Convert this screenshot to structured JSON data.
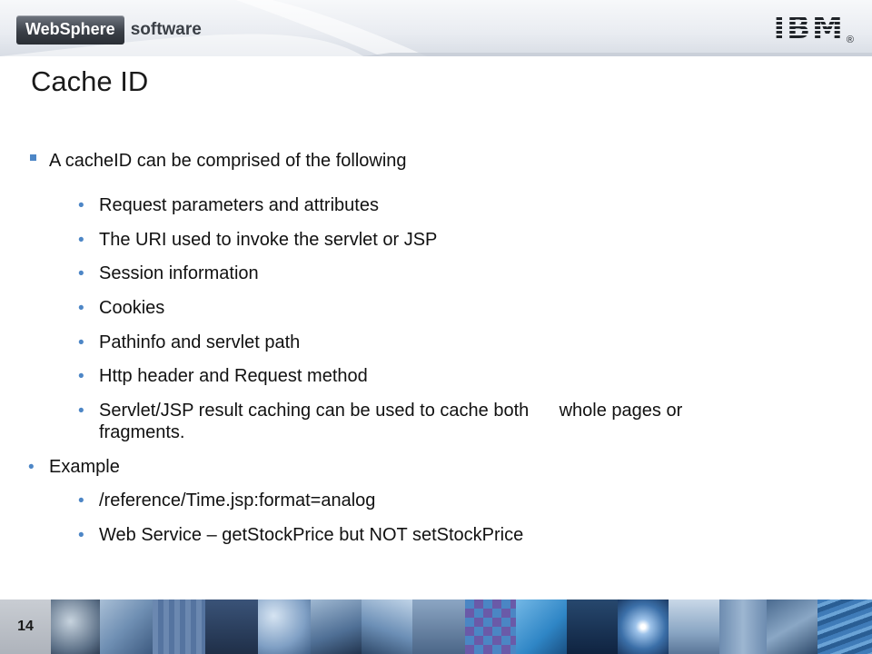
{
  "header": {
    "product_badge": "WebSphere",
    "product_suffix": "software",
    "brand": "IBM",
    "brand_mark": "®"
  },
  "title": "Cache ID",
  "body": {
    "intro": "A cacheID can be comprised of the following",
    "items": [
      {
        "text": "Request parameters and attributes"
      },
      {
        "text": "The URI used to invoke the servlet or JSP"
      },
      {
        "text": "Session information"
      },
      {
        "text": "Cookies"
      },
      {
        "text": "Pathinfo and servlet path"
      },
      {
        "text": "Http header and Request method"
      },
      {
        "text": "Servlet/JSP result caching can be used to cache both      whole pages or",
        "continuation": "fragments."
      }
    ],
    "example_heading": "Example",
    "example_items": [
      {
        "text": "/reference/Time.jsp:format=analog"
      },
      {
        "text": "Web Service – getStockPrice but NOT setStockPrice"
      }
    ]
  },
  "footer": {
    "page_number": "14"
  },
  "colors": {
    "bullet": "#4d86c6",
    "title_text": "#1a1a1a",
    "footer_bg": "#2b3d56"
  }
}
